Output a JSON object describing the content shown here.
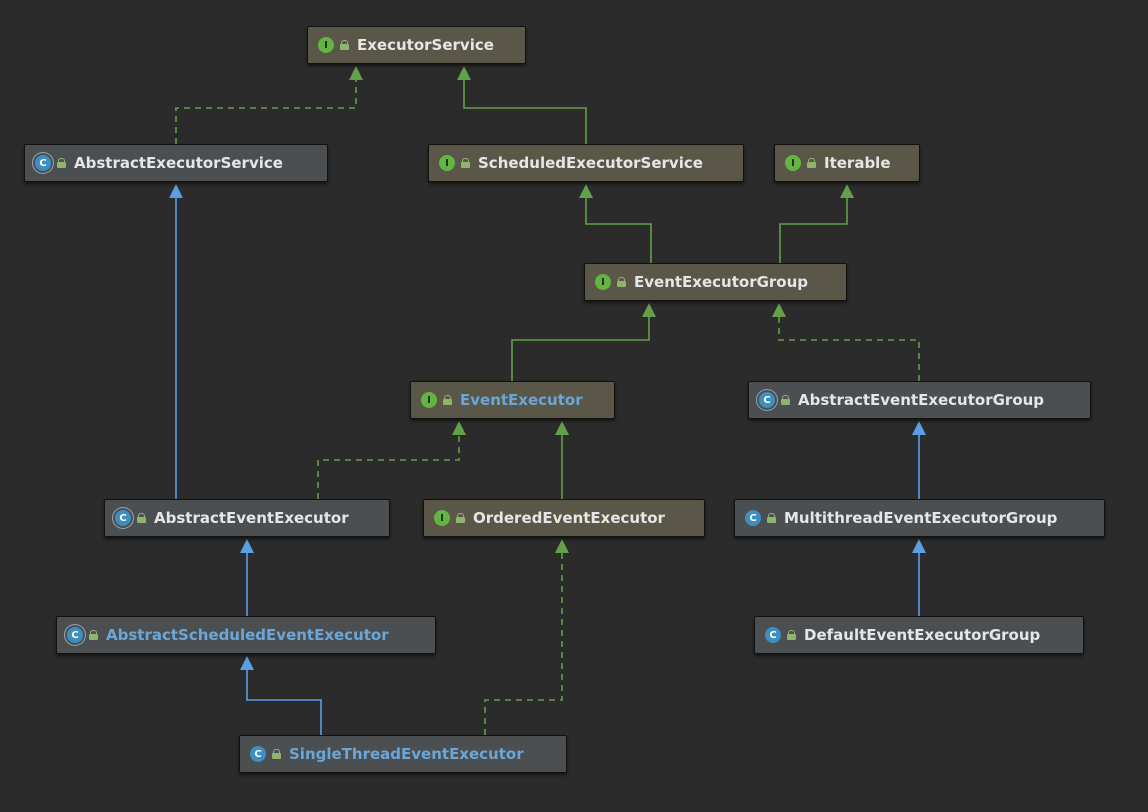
{
  "colors": {
    "background": "#2b2b2b",
    "implements_edge": "#62a04a",
    "extends_edge": "#5b9ee6",
    "interface_node": "#5a5748",
    "class_node": "#4b4f52",
    "highlight_text": "#6aa7d8"
  },
  "icons": {
    "interface": "I",
    "class": "C",
    "access": "lock-icon"
  },
  "nodes": [
    {
      "id": "executor-service",
      "label": "ExecutorService",
      "kind": "interface"
    },
    {
      "id": "abstract-executor-service",
      "label": "AbstractExecutorService",
      "kind": "abstract"
    },
    {
      "id": "scheduled-executor-service",
      "label": "ScheduledExecutorService",
      "kind": "interface"
    },
    {
      "id": "iterable",
      "label": "Iterable",
      "kind": "interface"
    },
    {
      "id": "event-executor-group",
      "label": "EventExecutorGroup",
      "kind": "interface"
    },
    {
      "id": "event-executor",
      "label": "EventExecutor",
      "kind": "interface",
      "highlight": true
    },
    {
      "id": "abstract-event-executor-group",
      "label": "AbstractEventExecutorGroup",
      "kind": "abstract"
    },
    {
      "id": "abstract-event-executor",
      "label": "AbstractEventExecutor",
      "kind": "abstract"
    },
    {
      "id": "ordered-event-executor",
      "label": "OrderedEventExecutor",
      "kind": "interface"
    },
    {
      "id": "multithread-event-executor-group",
      "label": "MultithreadEventExecutorGroup",
      "kind": "class"
    },
    {
      "id": "abstract-scheduled-event-executor",
      "label": "AbstractScheduledEventExecutor",
      "kind": "abstract",
      "highlight": true
    },
    {
      "id": "default-event-executor-group",
      "label": "DefaultEventExecutorGroup",
      "kind": "class"
    },
    {
      "id": "single-thread-event-executor",
      "label": "SingleThreadEventExecutor",
      "kind": "class",
      "highlight": true
    }
  ],
  "edges": [
    {
      "from": "abstract-executor-service",
      "to": "executor-service",
      "type": "implements"
    },
    {
      "from": "scheduled-executor-service",
      "to": "executor-service",
      "type": "interface-extends"
    },
    {
      "from": "event-executor-group",
      "to": "scheduled-executor-service",
      "type": "interface-extends"
    },
    {
      "from": "event-executor-group",
      "to": "iterable",
      "type": "interface-extends"
    },
    {
      "from": "event-executor",
      "to": "event-executor-group",
      "type": "interface-extends"
    },
    {
      "from": "abstract-event-executor-group",
      "to": "event-executor-group",
      "type": "implements"
    },
    {
      "from": "abstract-event-executor",
      "to": "abstract-executor-service",
      "type": "extends"
    },
    {
      "from": "abstract-event-executor",
      "to": "event-executor",
      "type": "implements"
    },
    {
      "from": "ordered-event-executor",
      "to": "event-executor",
      "type": "interface-extends"
    },
    {
      "from": "multithread-event-executor-group",
      "to": "abstract-event-executor-group",
      "type": "extends"
    },
    {
      "from": "abstract-scheduled-event-executor",
      "to": "abstract-event-executor",
      "type": "extends"
    },
    {
      "from": "default-event-executor-group",
      "to": "multithread-event-executor-group",
      "type": "extends"
    },
    {
      "from": "single-thread-event-executor",
      "to": "abstract-scheduled-event-executor",
      "type": "extends"
    },
    {
      "from": "single-thread-event-executor",
      "to": "ordered-event-executor",
      "type": "implements"
    }
  ]
}
